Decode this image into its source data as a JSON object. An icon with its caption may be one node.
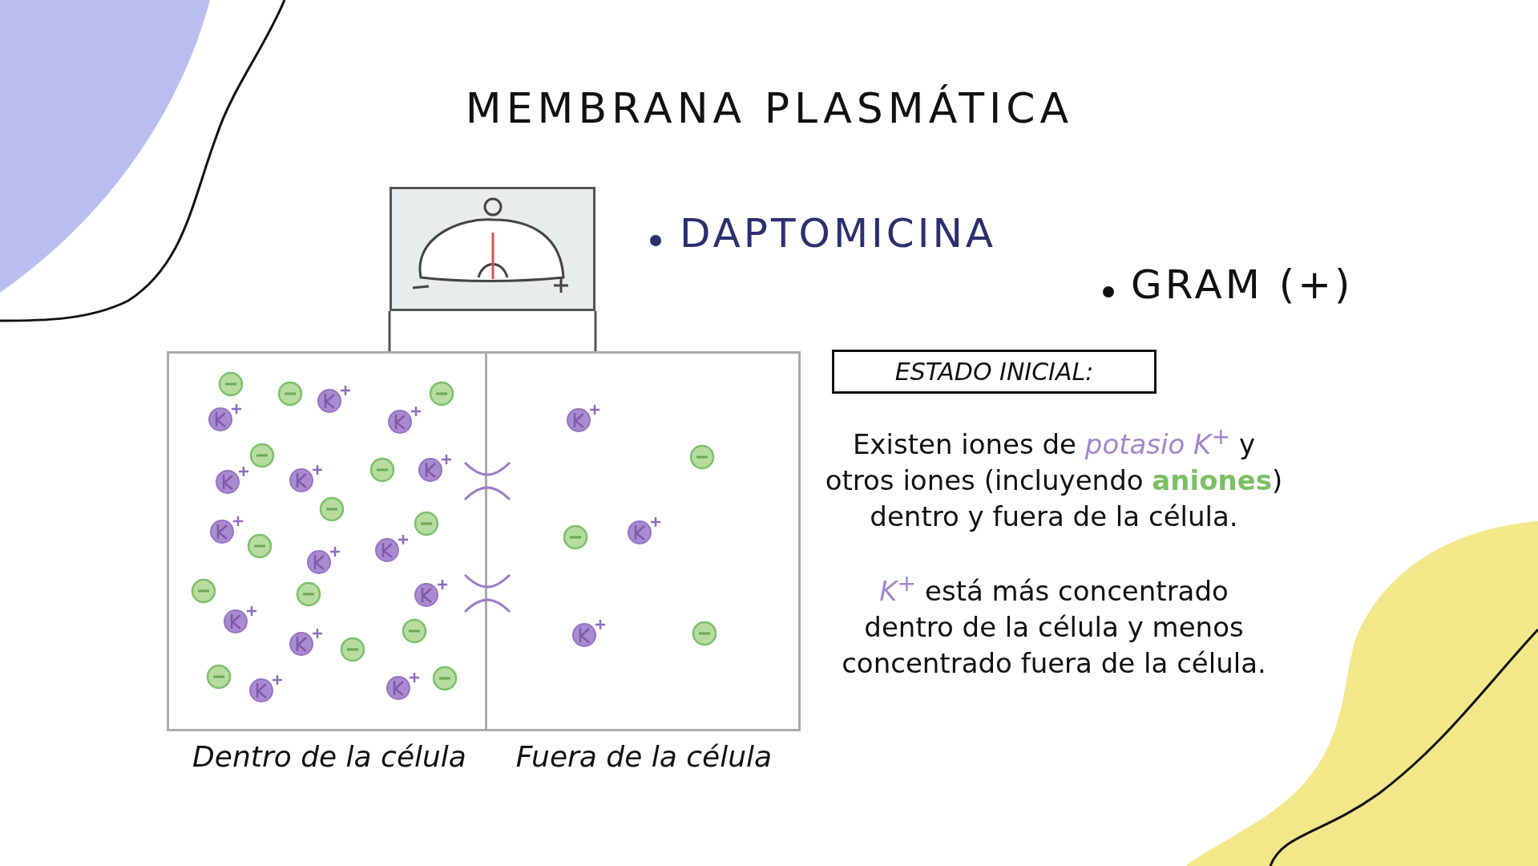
{
  "diagram": {
    "title": "MEMBRANA PLASMÁTICA",
    "nodes": [
      {
        "text": [],
        "shape": "picture"
      },
      {
        "text": [
          "Dentro de la célula"
        ]
      },
      {
        "text": [
          "Fuera de la célula"
        ]
      },
      {
        "text": [
          "ESTADO INICIAL:"
        ]
      }
    ],
    "edges": [
      {
        "from": 0,
        "to": 1,
        "arrow": "none"
      },
      {
        "from": 0,
        "to": 2,
        "arrow": "none"
      }
    ],
    "labels": [
      "DAPTOMICINA",
      "GRAM (+)",
      "Existen iones de *potasio K$^{+}$* y otros iones (incluyendo **aniones**) dentro y fuera de la célula.",
      "*K$^{+}$* está más concentrado dentro de la célula y menos concentrado fuera de la célula."
    ]
  }
}
